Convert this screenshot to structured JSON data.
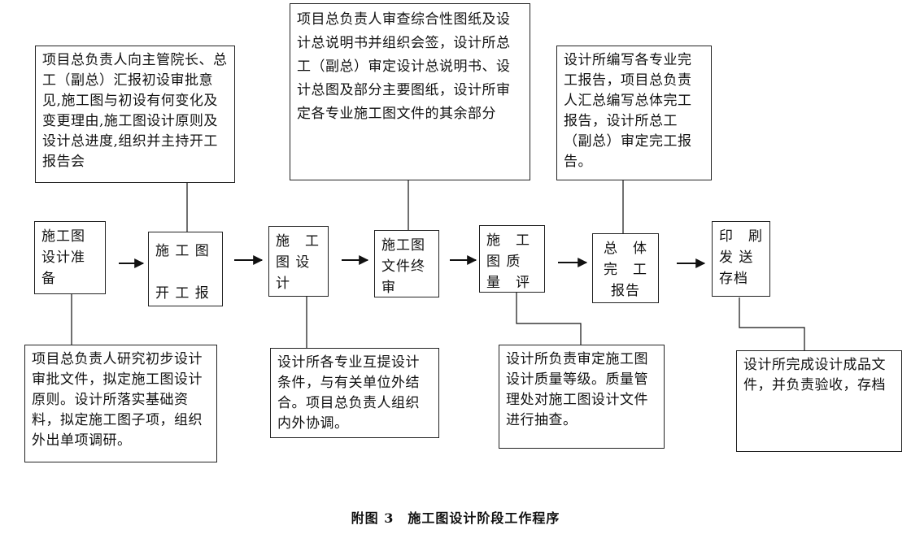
{
  "steps": [
    {
      "id": "s1",
      "text": "施工图\n设计准\n备"
    },
    {
      "id": "s2",
      "text": "施 工 图\n\n开 工 报"
    },
    {
      "id": "s3",
      "text": "施　工\n图 设\n计"
    },
    {
      "id": "s4",
      "text": "施工图\n文件终\n审"
    },
    {
      "id": "s5",
      "text": "施　工\n图 质\n量　评"
    },
    {
      "id": "s6",
      "text": "总　体\n完　工\n报告"
    },
    {
      "id": "s7",
      "text": "印　刷\n发 送\n存档"
    }
  ],
  "notes": [
    {
      "id": "n1",
      "text": "项目总负责人研究初步设计审批文件，拟定施工图设计原则。设计所落实基础资料，拟定施工图子项，组织外出单项调研。"
    },
    {
      "id": "n2",
      "text": "项目总负责人向主管院长、总工（副总）汇报初设审批意见,施工图与初设有何变化及变更理由,施工图设计原则及设计总进度,组织并主持开工报告会"
    },
    {
      "id": "n3",
      "text": "设计所各专业互提设计条件，与有关单位外结合。项目总负责人组织内外协调。"
    },
    {
      "id": "n4",
      "text": "项目总负责人审查综合性图纸及设计总说明书并组织会签，设计所总工（副总）审定设计总说明书、设计总图及部分主要图纸，设计所审定各专业施工图文件的其余部分"
    },
    {
      "id": "n5",
      "text": "设计所负责审定施工图设计质量等级。质量管理处对施工图设计文件进行抽查。"
    },
    {
      "id": "n6",
      "text": "设计所编写各专业完工报告，项目总负责人汇总编写总体完工报告，设计所总工（副总）审定完工报告。"
    },
    {
      "id": "n7",
      "text": "设计所完成设计成品文件，并负责验收，存档"
    }
  ],
  "caption": "附图 3　施工图设计阶段工作程序"
}
